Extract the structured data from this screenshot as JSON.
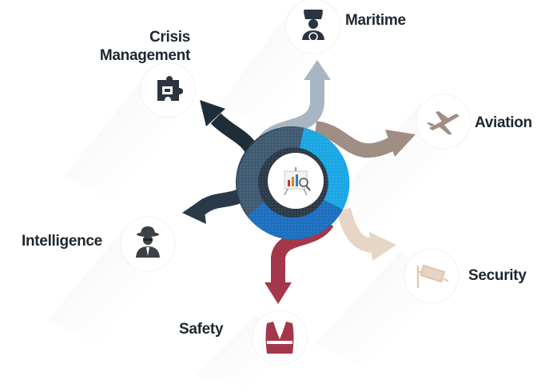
{
  "diagram": {
    "colors": {
      "maritime": "#a7b6c2",
      "aviation": "#a08e84",
      "security": "#e7d5c5",
      "safety": "#a4384a",
      "intelligence": "#2b3a4a",
      "crisis": "#1f2d38",
      "ring_light_blue": "#1aa7e4",
      "ring_mid_blue": "#1d6fbf",
      "ring_slate": "#405a72",
      "ring_dark": "#2b3a48",
      "label_text": "#1f2730"
    },
    "nodes": [
      {
        "key": "maritime",
        "label": "Maritime",
        "icon": "captain-helm-icon"
      },
      {
        "key": "aviation",
        "label": "Aviation",
        "icon": "airplane-icon"
      },
      {
        "key": "security",
        "label": "Security",
        "icon": "security-camera-icon"
      },
      {
        "key": "safety",
        "label": "Safety",
        "icon": "life-vest-icon"
      },
      {
        "key": "intelligence",
        "label": "Intelligence",
        "icon": "spy-agent-icon"
      },
      {
        "key": "crisis",
        "label_line1": "Crisis",
        "label_line2": "Management",
        "icon": "puzzle-icon"
      }
    ],
    "center_icon": "analytics-board-icon"
  }
}
